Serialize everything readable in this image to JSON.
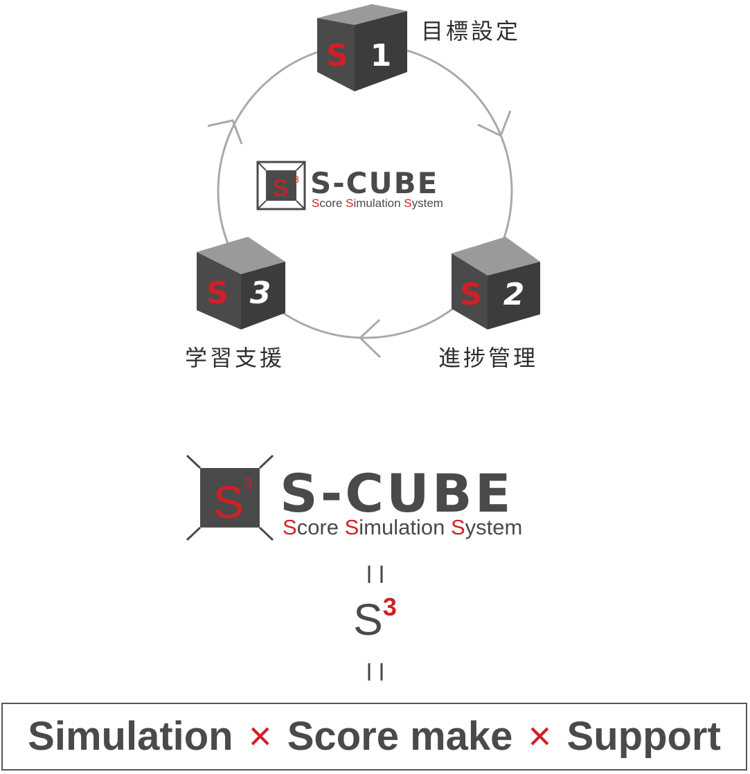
{
  "cycle": {
    "steps": [
      {
        "number": "1",
        "badge": "S",
        "label": "目標設定"
      },
      {
        "number": "2",
        "badge": "S",
        "label": "進捗管理"
      },
      {
        "number": "3",
        "badge": "S",
        "label": "学習支援"
      }
    ]
  },
  "logo_small": {
    "mark_letter": "S",
    "mark_sup": "3",
    "wordmark": "S-CUBE",
    "tagline": [
      {
        "initial": "S",
        "rest": "core "
      },
      {
        "initial": "S",
        "rest": "imulation "
      },
      {
        "initial": "S",
        "rest": "ystem"
      }
    ]
  },
  "logo_large": {
    "mark_letter": "S",
    "mark_sup": "3",
    "wordmark": "S-CUBE",
    "tagline": [
      {
        "initial": "S",
        "rest": "core "
      },
      {
        "initial": "S",
        "rest": "imulation "
      },
      {
        "initial": "S",
        "rest": "ystem"
      }
    ]
  },
  "equals_top": "॥",
  "equals_bottom": "॥",
  "s3": {
    "base": "S",
    "sup": "3"
  },
  "footer": {
    "part1": "Simulation",
    "times1": "×",
    "part2": "Score make",
    "times2": "×",
    "part3": "Support"
  },
  "colors": {
    "accent": "#d11f26",
    "cube_front": "#4a4a4a",
    "cube_top": "#8c8c8c",
    "cube_side": "#3a3a3a",
    "ring": "#a9a9a9"
  }
}
